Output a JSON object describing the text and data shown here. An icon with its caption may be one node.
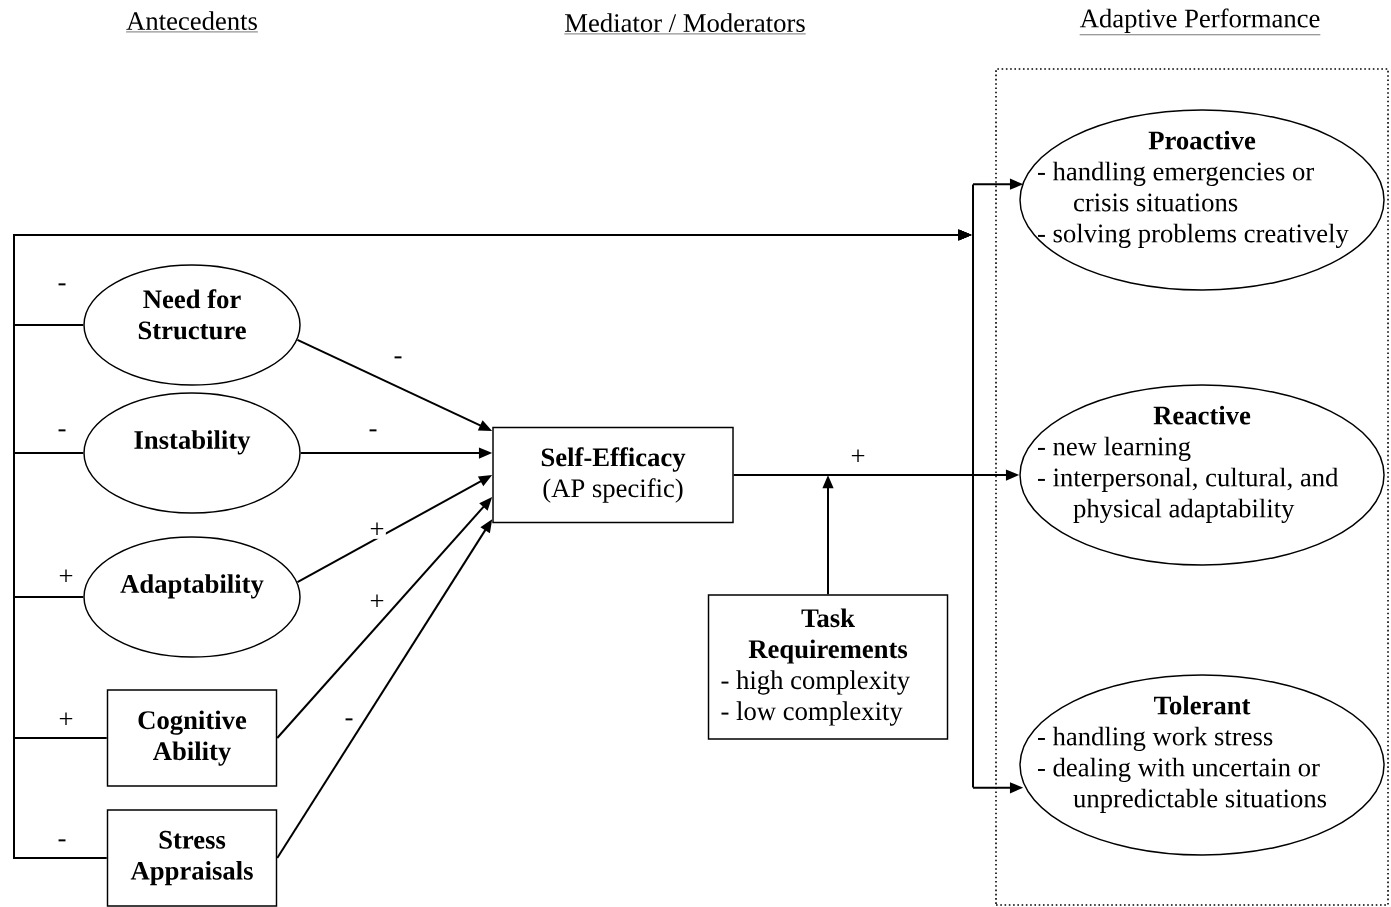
{
  "diagram": {
    "nodes": [
      {
        "text": [
          "Need for Structure"
        ]
      },
      {
        "text": [
          "Instability"
        ]
      },
      {
        "text": [
          "Adaptability"
        ]
      },
      {
        "text": [
          "Cognitive Ability"
        ]
      },
      {
        "text": [
          "Stress Appraisals"
        ]
      },
      {
        "text": [
          "Self-Efficacy",
          "(AP specific)"
        ]
      },
      {
        "text": [
          "Task Requirements",
          "- high complexity",
          "- low complexity"
        ]
      },
      {
        "text": [],
        "shape": "bar"
      },
      {
        "text": [
          "Adaptive Performance"
        ]
      },
      {
        "text": [
          "Proactive",
          "- handling emergencies or crisis situations",
          "- solving problems creatively"
        ],
        "in": 8
      },
      {
        "text": [
          "Reactive",
          "- new learning",
          "- interpersonal, cultural, and physical adaptability"
        ],
        "in": 8
      },
      {
        "text": [
          "Tolerant",
          "- handling work stress",
          "- dealing with uncertain or unpredictable situations"
        ],
        "in": 8
      }
    ],
    "edges": [
      {
        "from": 0,
        "to": 5,
        "arrow": "to",
        "label": "-"
      },
      {
        "from": 1,
        "to": 5,
        "arrow": "to",
        "label": "-"
      },
      {
        "from": 2,
        "to": 5,
        "arrow": "to",
        "label": "+"
      },
      {
        "from": 3,
        "to": 5,
        "arrow": "to",
        "label": "+"
      },
      {
        "from": 4,
        "to": 5,
        "arrow": "to",
        "label": "-"
      },
      {
        "from": 0,
        "to": 7,
        "arrow": "to",
        "label": "-"
      },
      {
        "from": 1,
        "to": 7,
        "arrow": "to",
        "label": "-"
      },
      {
        "from": 2,
        "to": 7,
        "arrow": "to",
        "label": "+"
      },
      {
        "from": 3,
        "to": 7,
        "arrow": "to",
        "label": "+"
      },
      {
        "from": 4,
        "to": 7,
        "arrow": "to",
        "label": "-"
      },
      {
        "from": 5,
        "to": 10,
        "arrow": "to",
        "label": "+"
      },
      {
        "from": 6,
        "to": null,
        "arrow": "to"
      },
      {
        "from": 7,
        "to": 9,
        "arrow": "to"
      },
      {
        "from": 7,
        "to": 11,
        "arrow": "to"
      }
    ],
    "labels": [
      "Antecedents",
      "Mediator / Moderators"
    ]
  }
}
